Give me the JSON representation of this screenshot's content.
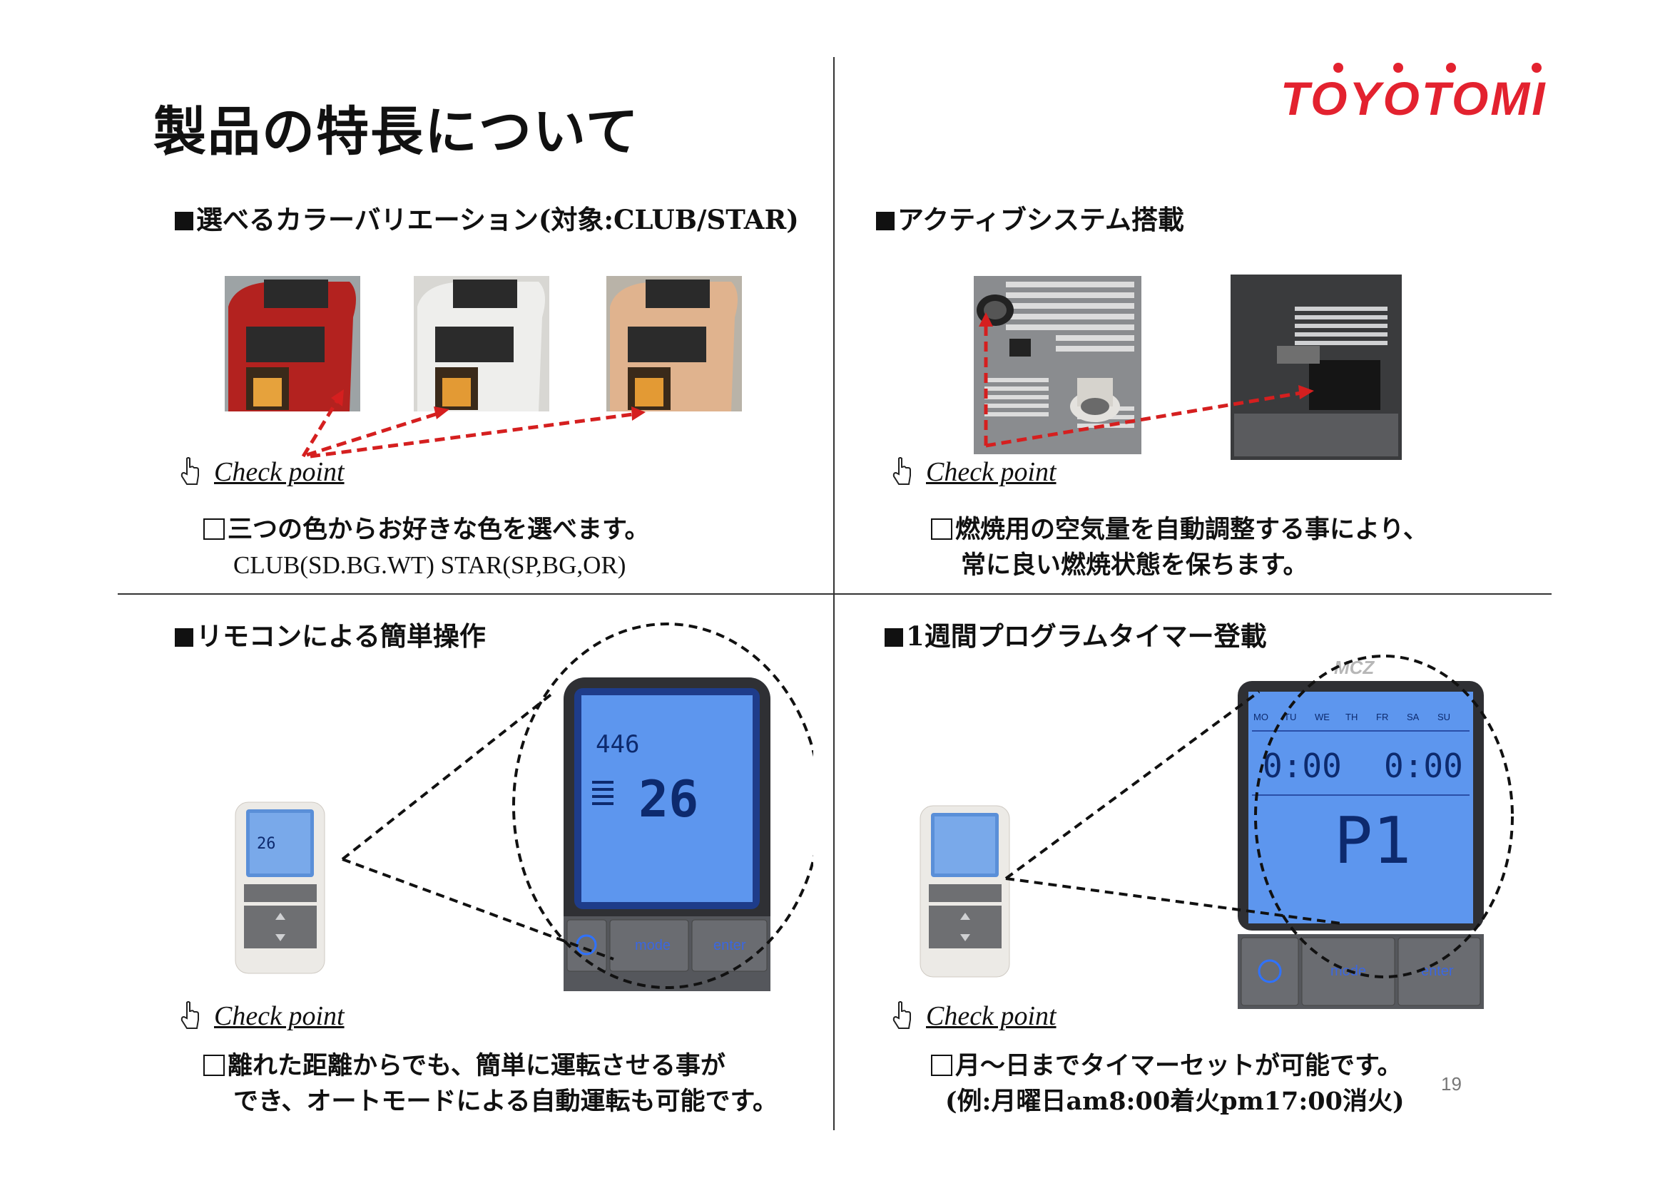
{
  "header": {
    "title": "製品の特長について",
    "brand": "TOYOTOMI",
    "brand_color": "#e3222f"
  },
  "sections": {
    "color": {
      "heading": "選べるカラーバリエーション(対象:CLUB/STAR)",
      "check_label": "Check point",
      "lines": [
        "三つの色からお好きな色を選べます。",
        "CLUB(SD.BG.WT) STAR(SP,BG,OR)"
      ],
      "stove_colors": [
        "#b3221f",
        "#e9eaea",
        "#e0b38e"
      ]
    },
    "active": {
      "heading": "アクティブシステム搭載",
      "check_label": "Check point",
      "lines": [
        "燃焼用の空気量を自動調整する事により、",
        "常に良い燃焼状態を保ちます。"
      ]
    },
    "remote": {
      "heading": "リモコンによる簡単操作",
      "check_label": "Check point",
      "lines": [
        "離れた距離からでも、簡単に運転させる事が",
        "でき、オートモードによる自動運転も可能です。"
      ],
      "lcd_top": "446",
      "lcd_temp": "26",
      "btn_mode": "mode",
      "btn_enter": "enter"
    },
    "timer": {
      "heading": "1週間プログラムタイマー登載",
      "check_label": "Check point",
      "lines": [
        "月～日までタイマーセットが可能です。",
        "(例:月曜日am8:00着火pm17:00消火)"
      ],
      "brand_mark": "MCZ",
      "days": [
        "MO",
        "TU",
        "WE",
        "TH",
        "FR",
        "SA",
        "SU"
      ],
      "time_left": "0:00",
      "time_right": "0:00",
      "program": "P1",
      "btn_mode": "mode",
      "btn_enter": "enter"
    }
  },
  "page_number": "19"
}
